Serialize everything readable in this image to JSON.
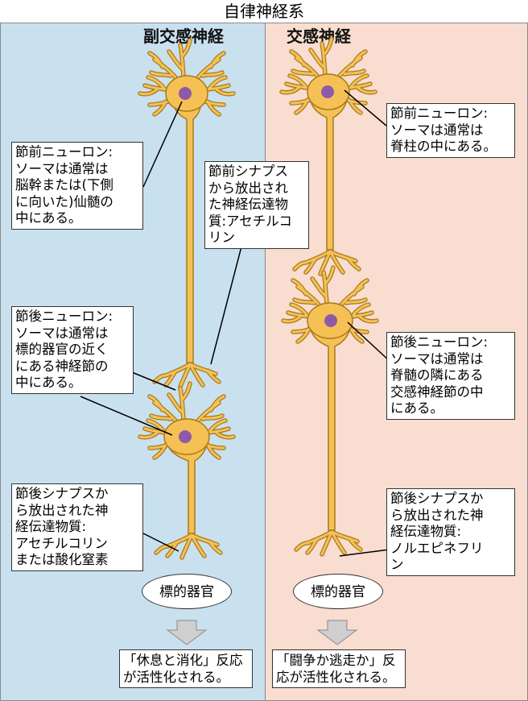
{
  "title": "自律神経系",
  "parasympathetic": {
    "heading": "副交感神経",
    "preganglionic_box": [
      "節前ニューロン:",
      "ソーマは通常は",
      "脳幹または(下側",
      "に向いた)仙髄の",
      "中にある。"
    ],
    "preganglionic_synapse_box": [
      "節前シナプス",
      "から放出され",
      "た神経伝達物",
      "質:アセチルコ",
      "リン"
    ],
    "postganglionic_box": [
      "節後ニューロン:",
      "ソーマは通常は",
      "標的器官の近く",
      "にある神経節の",
      "中にある。"
    ],
    "postganglionic_synapse_box": [
      "節後シナプスか",
      "ら放出された神",
      "経伝達物質:",
      "アセチルコリン",
      "または酸化窒素"
    ],
    "target_label": "標的器官",
    "response": [
      "「休息と消化」反応",
      "が活性化される。"
    ]
  },
  "sympathetic": {
    "heading": "交感神経",
    "preganglionic_box": [
      "節前ニューロン:",
      "ソーマは通常は",
      "脊柱の中にある。"
    ],
    "postganglionic_box": [
      "節後ニューロン:",
      "ソーマは通常は",
      "脊髄の隣にある",
      "交感神経節の中",
      "にある。"
    ],
    "postganglionic_synapse_box": [
      "節後シナプスか",
      "ら放出された神",
      "経伝達物質:",
      "ノルエピネフリ",
      "ン"
    ],
    "target_label": "標的器官",
    "response": [
      "「闘争か逃走か」反",
      "応が活性化される。"
    ]
  },
  "colors": {
    "parasympathetic_bg": "#c9e1ef",
    "sympathetic_bg": "#f8ddd0",
    "neuron_fill": "#f5c155",
    "neuron_outline": "#a87a1c",
    "nucleus": "#8e5aa8",
    "arrow_fill": "#cfcfcf"
  }
}
